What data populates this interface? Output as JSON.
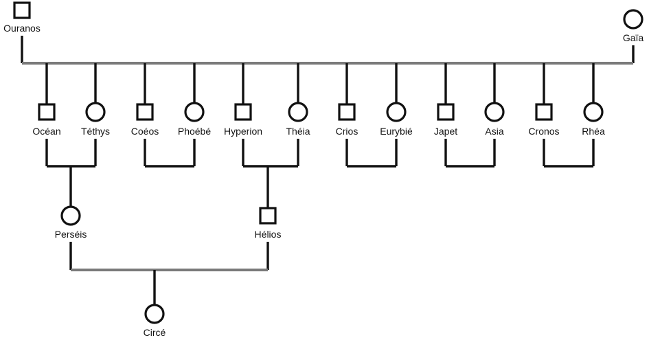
{
  "members": [
    {
      "id": "ouranos",
      "name": "Ouranos",
      "sex": "male"
    },
    {
      "id": "gaia",
      "name": "Gaïa",
      "sex": "female"
    },
    {
      "id": "ocean",
      "name": "Océan",
      "sex": "male"
    },
    {
      "id": "tethys",
      "name": "Téthys",
      "sex": "female"
    },
    {
      "id": "coeos",
      "name": "Coéos",
      "sex": "male"
    },
    {
      "id": "phoebe",
      "name": "Phoébé",
      "sex": "female"
    },
    {
      "id": "hyperion",
      "name": "Hyperion",
      "sex": "male"
    },
    {
      "id": "theia",
      "name": "Théia",
      "sex": "female"
    },
    {
      "id": "crios",
      "name": "Crios",
      "sex": "male"
    },
    {
      "id": "eurybie",
      "name": "Eurybié",
      "sex": "female"
    },
    {
      "id": "japet",
      "name": "Japet",
      "sex": "male"
    },
    {
      "id": "asia",
      "name": "Asia",
      "sex": "female"
    },
    {
      "id": "cronos",
      "name": "Cronos",
      "sex": "male"
    },
    {
      "id": "rhea",
      "name": "Rhéa",
      "sex": "female"
    },
    {
      "id": "perseis",
      "name": "Perséis",
      "sex": "female"
    },
    {
      "id": "helios",
      "name": "Hélios",
      "sex": "male"
    },
    {
      "id": "circe",
      "name": "Circé",
      "sex": "female"
    }
  ],
  "unions": [
    {
      "id": "ouranos-gaia",
      "partners": [
        "ouranos",
        "gaia"
      ],
      "children": [
        "ocean",
        "tethys",
        "coeos",
        "phoebe",
        "hyperion",
        "theia",
        "crios",
        "eurybie",
        "japet",
        "asia",
        "cronos",
        "rhea"
      ]
    },
    {
      "id": "ocean-tethys",
      "partners": [
        "ocean",
        "tethys"
      ],
      "children": [
        "perseis"
      ]
    },
    {
      "id": "coeos-phoebe",
      "partners": [
        "coeos",
        "phoebe"
      ],
      "children": []
    },
    {
      "id": "hyperion-theia",
      "partners": [
        "hyperion",
        "theia"
      ],
      "children": [
        "helios"
      ]
    },
    {
      "id": "crios-eurybie",
      "partners": [
        "crios",
        "eurybie"
      ],
      "children": []
    },
    {
      "id": "japet-asia",
      "partners": [
        "japet",
        "asia"
      ],
      "children": []
    },
    {
      "id": "cronos-rhea",
      "partners": [
        "cronos",
        "rhea"
      ],
      "children": []
    },
    {
      "id": "perseis-helios",
      "partners": [
        "perseis",
        "helios"
      ],
      "children": [
        "circe"
      ]
    }
  ]
}
